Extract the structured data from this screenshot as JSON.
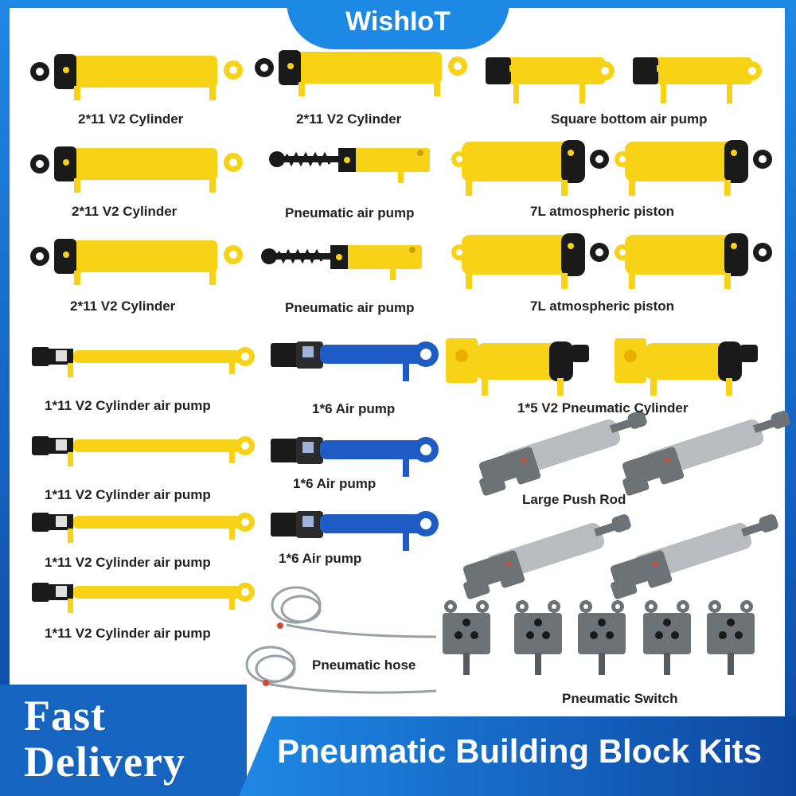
{
  "brand": {
    "name": "WishIoT"
  },
  "labels": {
    "cyl_2x11_a": "2*11 V2 Cylinder",
    "cyl_2x11_b": "2*11 V2 Cylinder",
    "cyl_2x11_c": "2*11 V2 Cylinder",
    "cyl_2x11_d": "2*11 V2 Cylinder",
    "square_bottom": "Square bottom air pump",
    "pneumatic_air_pump_a": "Pneumatic air pump",
    "pneumatic_air_pump_b": "Pneumatic air pump",
    "atm_piston_a": "7L atmospheric piston",
    "atm_piston_b": "7L atmospheric piston",
    "cyl_1x11_a": "1*11 V2 Cylinder air pump",
    "cyl_1x11_b": "1*11 V2 Cylinder air pump",
    "cyl_1x11_c": "1*11 V2 Cylinder air pump",
    "cyl_1x11_d": "1*11 V2 Cylinder air pump",
    "air_pump_1x6_a": "1*6 Air pump",
    "air_pump_1x6_b": "1*6 Air pump",
    "air_pump_1x6_c": "1*6 Air pump",
    "cyl_1x5": "1*5 V2 Pneumatic Cylinder",
    "push_rod": "Large Push Rod",
    "hose": "Pneumatic hose",
    "switch": "Pneumatic Switch"
  },
  "banner": {
    "fast_line1": "Fast",
    "fast_line2": "Delivery",
    "title": "Pneumatic Building Block Kits"
  },
  "colors": {
    "yellow": "#f7d216",
    "black": "#1a1a1a",
    "blue": "#1f5bc4",
    "gray_dark": "#6d7277",
    "gray_light": "#b9bdc1",
    "accent_blue": "#1e88e5"
  }
}
